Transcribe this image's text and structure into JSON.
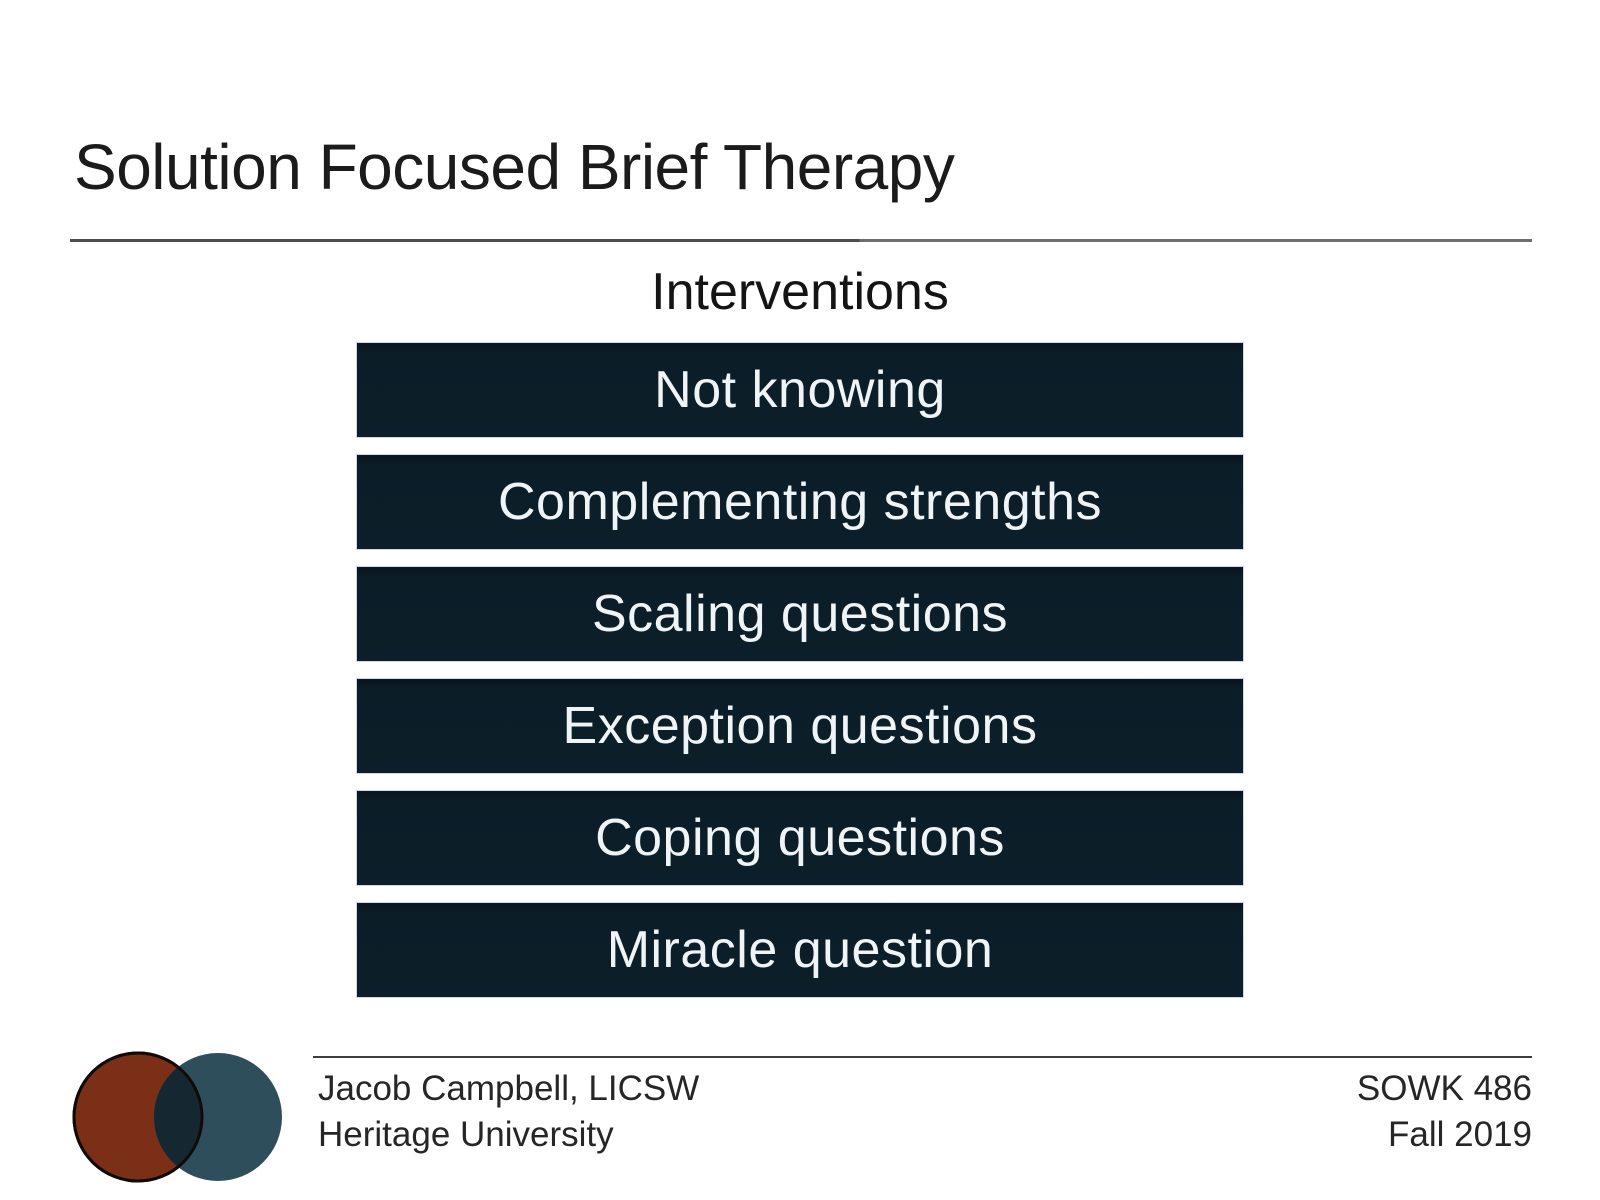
{
  "slide": {
    "title": "Solution Focused Brief Therapy",
    "section_heading": "Interventions",
    "interventions": {
      "items": [
        "Not knowing",
        "Complementing strengths",
        "Scaling questions",
        "Exception questions",
        "Coping questions",
        "Miracle question"
      ]
    },
    "footer": {
      "author": "Jacob Campbell, LICSW",
      "institution": "Heritage University",
      "course": "SOWK 486",
      "term": "Fall 2019"
    },
    "logo": {
      "description": "two overlapping circles",
      "left_circle_color": "#7b2f17",
      "right_circle_color": "#2f4e5b",
      "overlap_color": "#152731",
      "outline_color": "#100b08"
    },
    "colors": {
      "box_background": "#0c1e29",
      "box_text": "#eff4f6",
      "box_border": "#b4c8d3",
      "title_text": "#1b1b1b",
      "divider": "#4d4d4d",
      "footer_text": "#262626",
      "background": "#ffffff"
    }
  }
}
